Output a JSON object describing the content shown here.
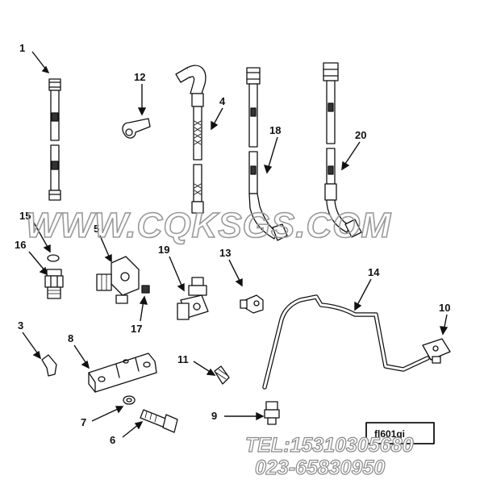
{
  "callouts": {
    "c1": "1",
    "c2": "12",
    "c3": "4",
    "c4": "18",
    "c5": "20",
    "c6": "15",
    "c7": "5",
    "c8": "16",
    "c9": "19",
    "c10": "13",
    "c11": "17",
    "c12": "14",
    "c13": "10",
    "c14": "3",
    "c15": "8",
    "c16": "11",
    "c17": "7",
    "c18": "9",
    "c19": "6"
  },
  "watermark": {
    "site": "WWW.CQKSGS.COM",
    "tel": "TEL:15310305680",
    "phone": "023-65830950"
  },
  "ref_box": {
    "code": "fl601gi"
  }
}
